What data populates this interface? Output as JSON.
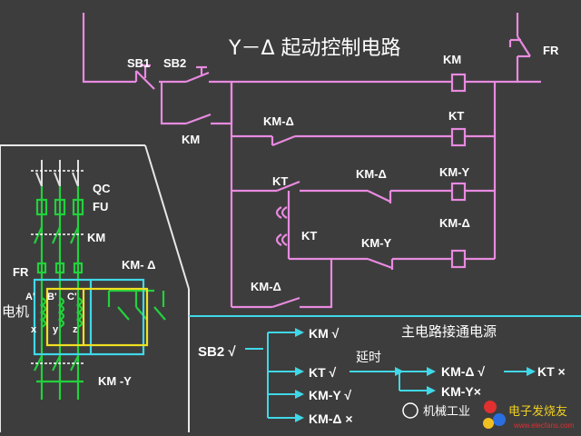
{
  "title": "Y－Δ 起动控制电路",
  "labels": {
    "sb1": "SB1",
    "sb2": "SB2",
    "km_top": "KM",
    "km_seal": "KM",
    "fr_top": "FR",
    "kt_coil": "KT",
    "km_delta_contact": "KM-Δ",
    "kt_contact1": "KT",
    "km_delta_contact2": "KM-Δ",
    "km_y_coil": "KM-Y",
    "kt_contact2": "KT",
    "km_y_contact": "KM-Y",
    "km_delta_coil": "KM-Δ",
    "km_delta_contact3": "KM-Δ",
    "qc": "QC",
    "fu": "FU",
    "km_main": "KM",
    "fr_main": "FR",
    "km_delta_main": "KM- Δ",
    "motor": "电机",
    "a1": "A'",
    "b1": "B'",
    "c1": "C'",
    "x": "x",
    "y": "y",
    "z": "z",
    "km_y_main": "KM -Y"
  },
  "sequence": {
    "start": "SB2 √",
    "step1": "KM √",
    "power_note": "主电路接通电源",
    "step2": "KT √",
    "delay": "延时",
    "step3": "KM-Y √",
    "step4": "KM-Δ ×",
    "result1": "KM-Δ √",
    "result1b": "KT ×",
    "result2": "KM-Y×"
  },
  "watermark": {
    "text": "机械工业",
    "brand": "电子发烧友",
    "url": "www.elecfans.com"
  },
  "colors": {
    "background": "#3d3d3d",
    "control_wire": "#e88ae0",
    "power_wire": "#e0e0e0",
    "green": "#22d13c",
    "yellow": "#f0e020",
    "cyan": "#40d8e8",
    "text": "#ffffff"
  }
}
